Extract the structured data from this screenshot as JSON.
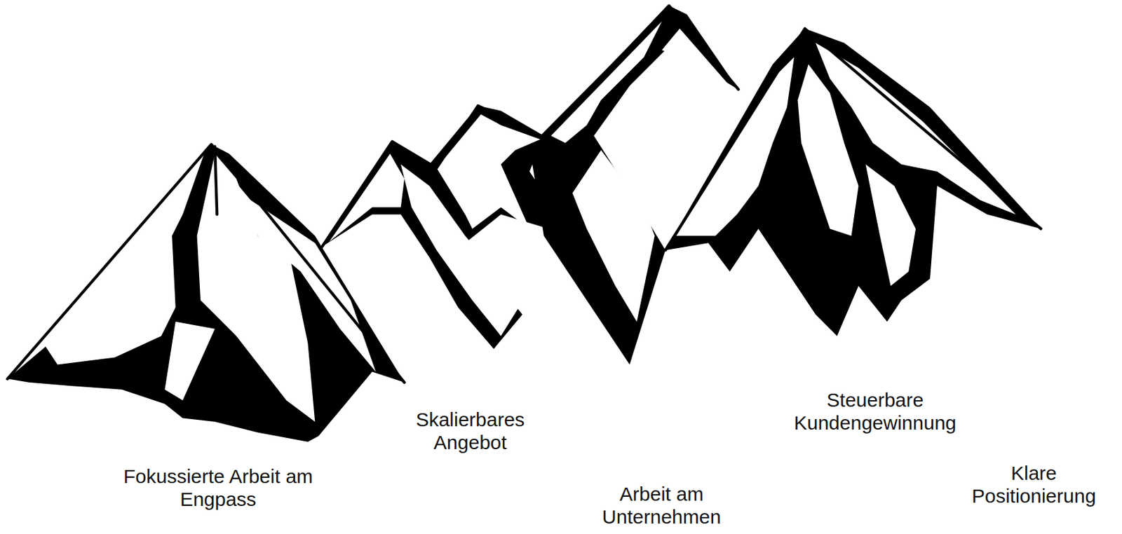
{
  "diagram": {
    "labels": [
      "Fokussierte Arbeit am Engpass",
      "Skalierbares Angebot",
      "Arbeit am Unternehmen",
      "Steuerbare Kundengewinnung",
      "Klare Positionierung"
    ]
  }
}
